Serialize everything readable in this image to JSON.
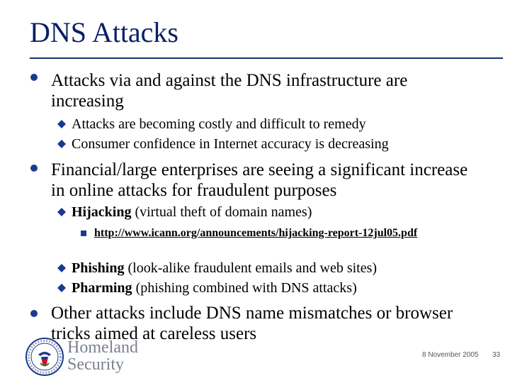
{
  "slide": {
    "title": "DNS Attacks",
    "bullets": [
      {
        "text": "Attacks via and against the DNS infrastructure are increasing",
        "sub": [
          "Attacks are becoming costly and difficult to remedy",
          "Consumer confidence in Internet accuracy is decreasing"
        ]
      },
      {
        "text": "Financial/large enterprises are seeing a significant increase in online attacks for fraudulent purposes",
        "sub": [
          {
            "bold": "Hijacking",
            "rest": " (virtual theft of domain names)"
          },
          {
            "bold": "Phishing",
            "rest": " (look-alike fraudulent emails and web sites)"
          },
          {
            "bold": "Pharming",
            "rest": " (phishing combined with DNS attacks)"
          }
        ],
        "link": "http://www.icann.org/announcements/hijacking-report-12jul05.pdf"
      },
      {
        "text": "Other attacks include DNS name mismatches or browser tricks aimed at careless users"
      }
    ]
  },
  "footer": {
    "date": "8 November 2005",
    "page_number": "33",
    "logo_line1": "Homeland",
    "logo_line2": "Security"
  },
  "colors": {
    "title": "#0a1f66",
    "bullet": "#1a3a8e",
    "logo_text": "#7a8290"
  },
  "icons": {
    "level1": "filled-circle-bullet",
    "level2": "blue-diamond-bullet",
    "level3": "filled-square-bullet",
    "logo": "dhs-seal"
  }
}
